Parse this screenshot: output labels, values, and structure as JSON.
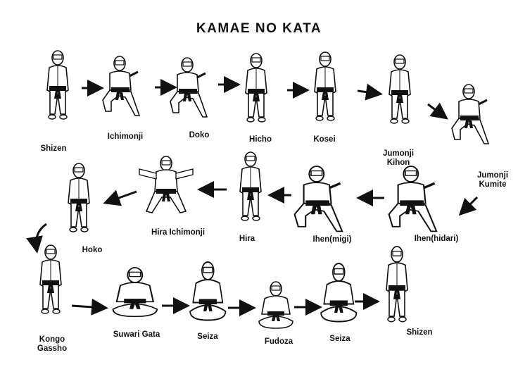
{
  "title": "KAMAE NO KATA",
  "colors": {
    "ink": "#111111",
    "background": "#ffffff",
    "belt": "#111111"
  },
  "poses": [
    {
      "id": "shizen-1",
      "label": "Shizen",
      "row": 1
    },
    {
      "id": "ichimonji",
      "label": "Ichimonji",
      "row": 1
    },
    {
      "id": "doko",
      "label": "Doko",
      "row": 1
    },
    {
      "id": "hicho",
      "label": "Hicho",
      "row": 1
    },
    {
      "id": "kosei",
      "label": "Kosei",
      "row": 1
    },
    {
      "id": "jumonji-kihon",
      "label": "Jumonji\nKihon",
      "label_line1": "Jumonji",
      "label_line2": "Kihon",
      "row": 1
    },
    {
      "id": "jumonji-kumite",
      "label": "Jumonji\nKumite",
      "label_line1": "Jumonji",
      "label_line2": "Kumite",
      "row": 1
    },
    {
      "id": "ihen-hidari",
      "label": "Ihen(hidari)",
      "row": 2
    },
    {
      "id": "ihen-migi",
      "label": "Ihen(migi)",
      "row": 2
    },
    {
      "id": "hira",
      "label": "Hira",
      "row": 2
    },
    {
      "id": "hira-ichimonji",
      "label": "Hira Ichimonji",
      "row": 2
    },
    {
      "id": "hoko",
      "label": "Hoko",
      "row": 2
    },
    {
      "id": "kongo-gassho",
      "label": "Kongo\nGassho",
      "label_line1": "Kongo",
      "label_line2": "Gassho",
      "row": 3
    },
    {
      "id": "suwari-gata",
      "label": "Suwari Gata",
      "row": 3
    },
    {
      "id": "seiza-1",
      "label": "Seiza",
      "row": 3
    },
    {
      "id": "fudoza",
      "label": "Fudoza",
      "row": 3
    },
    {
      "id": "seiza-2",
      "label": "Seiza",
      "row": 3
    },
    {
      "id": "shizen-2",
      "label": "Shizen",
      "row": 3
    }
  ],
  "flow_arrows": 17
}
